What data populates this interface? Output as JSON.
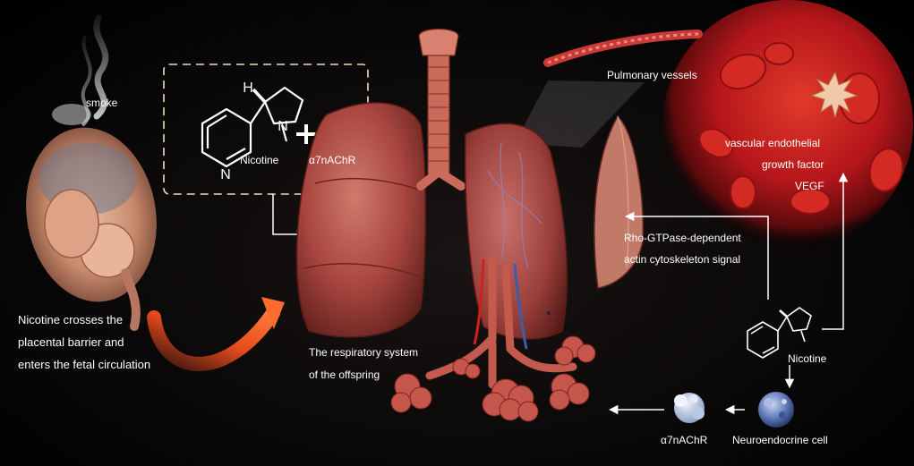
{
  "labels": {
    "smoke": "smoke",
    "nicotine_top": "Nicotine",
    "receptor_top": "α7nAChR",
    "pulmonary_vessels": "Pulmonary vessels",
    "vegf_line1": "vascular endothelial",
    "vegf_line2": "growth factor",
    "vegf_line3": "VEGF",
    "rho_line1": "Rho-GTPase-dependent",
    "rho_line2": "actin cytoskeleton signal",
    "placenta_line1": "Nicotine crosses the",
    "placenta_line2": "placental barrier and",
    "placenta_line3": "enters the fetal circulation",
    "resp_line1": "The respiratory system",
    "resp_line2": "of the offspring",
    "nicotine_right": "Nicotine",
    "neuroendocrine": "Neuroendocrine cell",
    "receptor_bottom": "α7nAChR",
    "nicotine_atom_h": "H",
    "nicotine_atom_n_ring": "N",
    "nicotine_atom_n_pyr": "N",
    "plus_sign": "+"
  },
  "colors": {
    "background": "#000000",
    "lung_tissue": "#b5524a",
    "lung_dark": "#7a2a26",
    "blood_red": "#c4171c",
    "receptor_blue": "#9fb3d9",
    "arrow_orange": "#e2401f",
    "dashed_box": "#e9e2b8",
    "connector": "#ffffff"
  },
  "icons": [
    "smoke-icon",
    "fetus-in-womb-icon",
    "nicotine-molecule-icon",
    "receptor-protein-icon",
    "lungs-icon",
    "red-blood-cell-icon",
    "neuroendocrine-cell-icon"
  ]
}
